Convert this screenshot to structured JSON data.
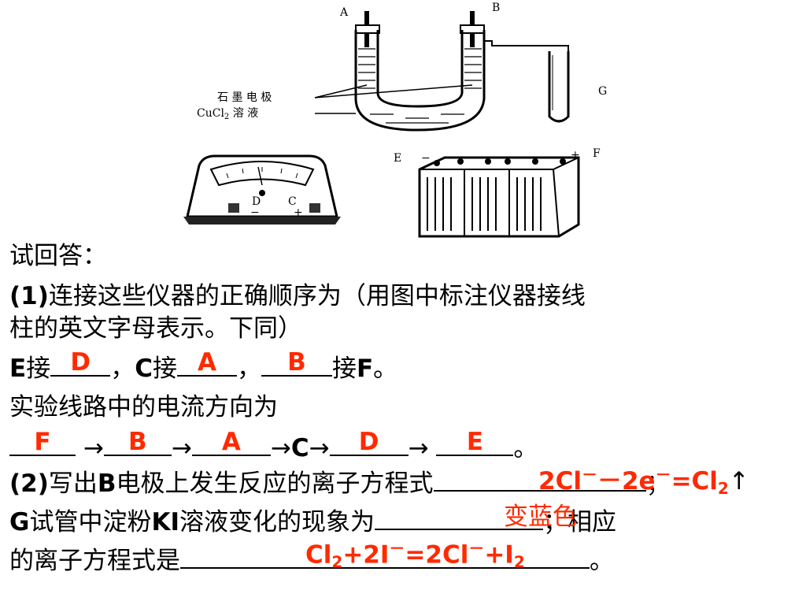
{
  "figure": {
    "labels": {
      "A": "A",
      "B": "B",
      "G": "G",
      "E": "E",
      "F": "F",
      "D": "D",
      "C": "C",
      "minus": "−",
      "plus": "+"
    },
    "graphite_label": "石 墨 电 极",
    "solution_label_pre": "CuCl",
    "solution_label_sub": "2",
    "solution_label_post": " 溶 液"
  },
  "text": {
    "l1": "试回答：",
    "l2_num": "(1)",
    "l2": "连接这些仪器的正确顺序为（用图中标注仪器接线",
    "l3": "柱的英文字母表示。下同）",
    "l4_a": "E",
    "l4_b": "接",
    "l4_c": "，",
    "l4_d": "C",
    "l4_e": "接",
    "l4_f": "，",
    "l4_g": "接",
    "l4_h": "F",
    "l4_i": "。",
    "l5": "实验线路中的电流方向为",
    "arrow": "→",
    "l6_c": "C",
    "l6_end": "。",
    "l7_num": "(2)",
    "l7_a": "写出",
    "l7_b": "B",
    "l7_c": "电极上发生反应的离子方程式",
    "l7_end": "；",
    "l8_a": "G",
    "l8_b": "试管中淀粉",
    "l8_c": "KI",
    "l8_d": "溶液变化的现象为",
    "l8_e": "；相应",
    "l9_a": "的离子方程式是",
    "l9_end": "。"
  },
  "answers": {
    "e_to": "D",
    "c_to": "A",
    "to_f": "B",
    "flow": [
      "F",
      "B",
      "A",
      "D",
      "E"
    ],
    "eq1_pre": "2Cl",
    "eq1_mid": "－2e",
    "eq1_post": "=Cl",
    "eq1_sub": "2",
    "eq1_arrow": "↑",
    "minus_sup": "－",
    "phenomenon": "变蓝色",
    "eq2_a": "Cl",
    "eq2_sub1": "2",
    "eq2_b": "+2I",
    "eq2_c": "=2Cl",
    "eq2_d": "+I",
    "eq2_sub2": "2"
  }
}
